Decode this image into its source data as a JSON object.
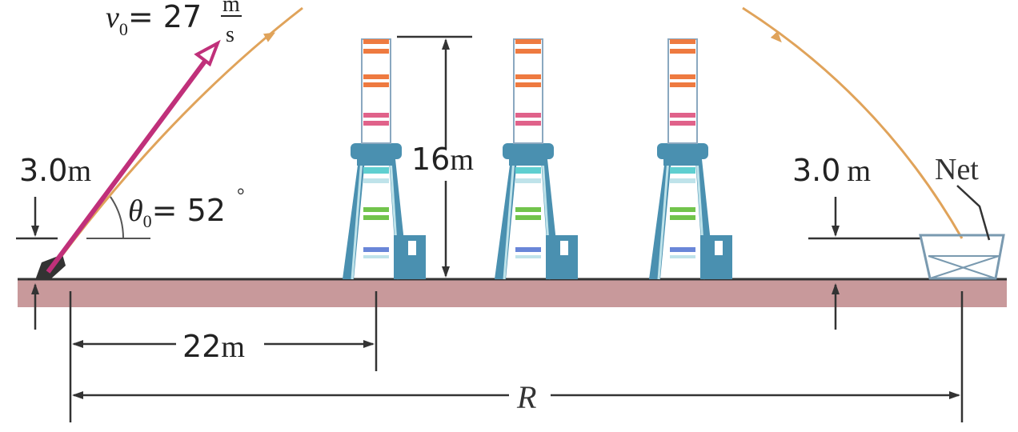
{
  "labels": {
    "v0": "v",
    "v0_sub": "0",
    "v0_value": "= 27",
    "v0_unit_num": "m",
    "v0_unit_den": "s",
    "theta": "θ",
    "theta_sub": "0",
    "theta_value": "= 52",
    "degree": "°",
    "height_left_num": "3.0",
    "height_left_unit": "m",
    "height_right_num": "3.0",
    "height_right_unit": "m",
    "tower_height_num": "16",
    "tower_height_unit": "m",
    "distance_num": "22",
    "distance_unit": "m",
    "range": "R",
    "net": "Net"
  },
  "colors": {
    "ground": "#c8999b",
    "trajectory": "#e0a35a",
    "velocity_arrow": "#c0307a",
    "tower": "#4a90b0",
    "tower_light": "#bfe3ea",
    "stripe_orange": "#ee7a40",
    "stripe_pink": "#e0628a",
    "stripe_cyan": "#5fcfd0",
    "stripe_green": "#72c44c",
    "stripe_blue": "#6a86d8"
  }
}
